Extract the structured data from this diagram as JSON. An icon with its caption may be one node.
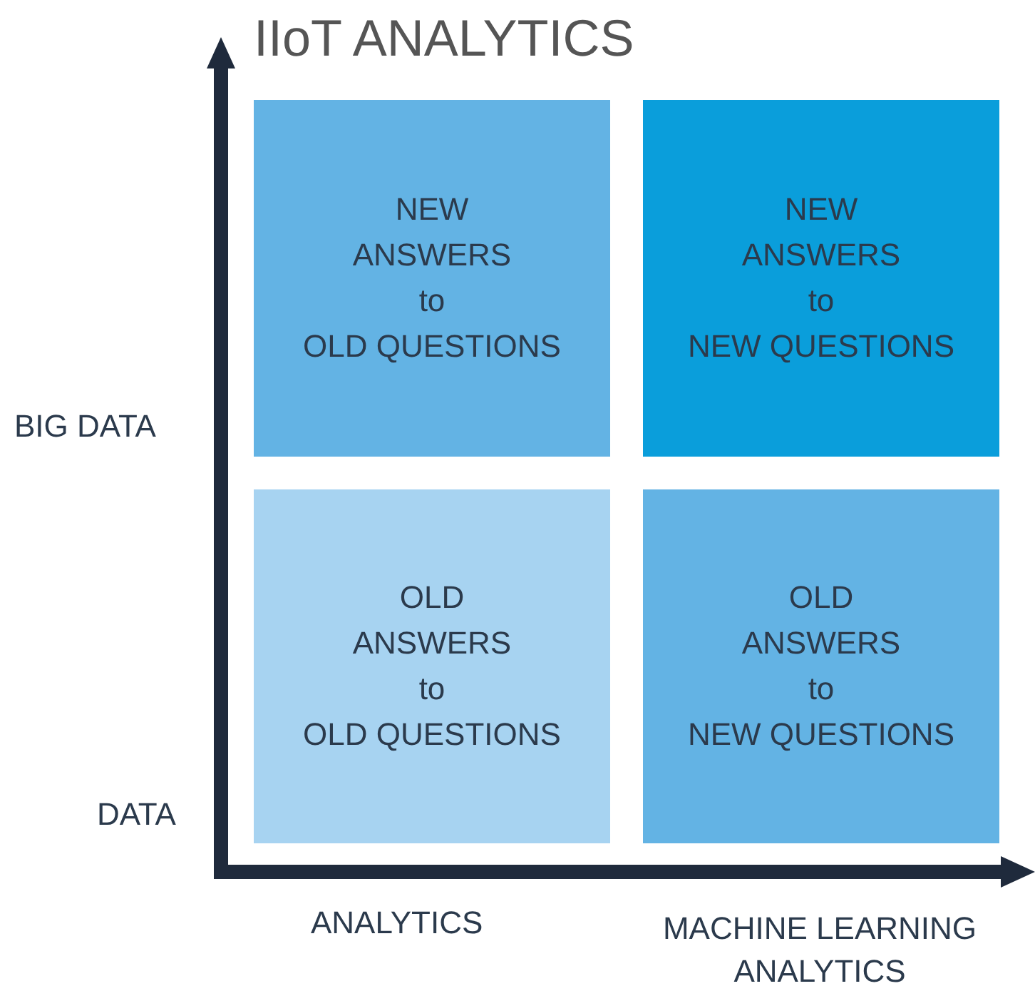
{
  "diagram": {
    "title": "IIoT ANALYTICS",
    "nodes": [
      {
        "text": [
          "NEW ANSWERS",
          "to",
          "OLD QUESTIONS"
        ]
      },
      {
        "text": [
          "NEW ANSWERS",
          "to",
          "NEW QUESTIONS"
        ]
      },
      {
        "text": [
          "OLD ANSWERS",
          "to",
          "OLD QUESTIONS"
        ]
      },
      {
        "text": [
          "OLD ANSWERS",
          "to",
          "NEW QUESTIONS"
        ]
      }
    ],
    "edges": [],
    "labels": [
      "BIG DATA",
      "DATA",
      "ANALYTICS",
      "MACHINE LEARNING ANALYTICS"
    ]
  }
}
